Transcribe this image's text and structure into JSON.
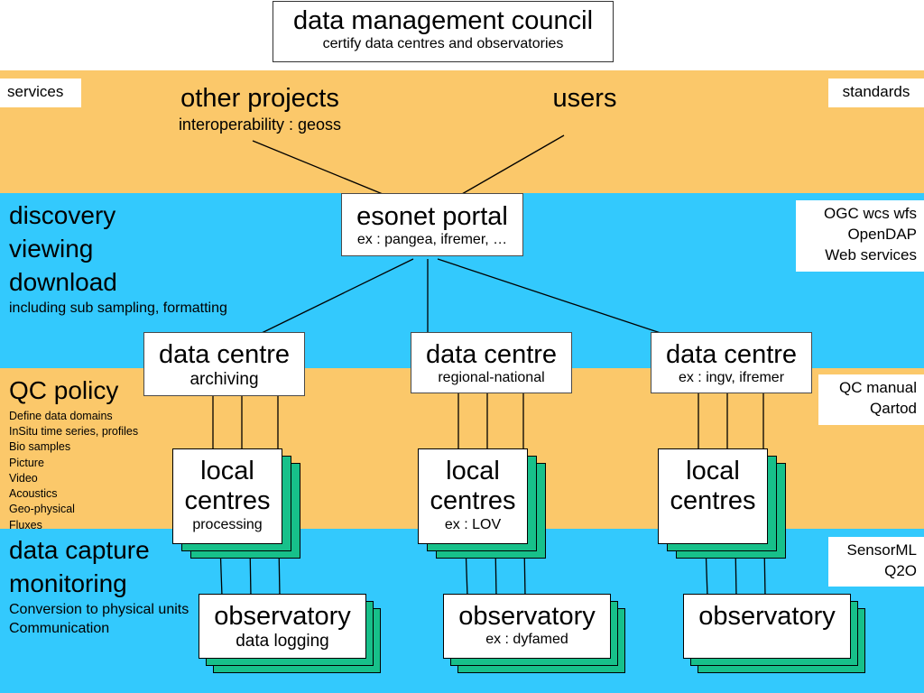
{
  "council": {
    "title": "data management council",
    "subtitle": "certify data centres and observatories"
  },
  "bands": {
    "services": {
      "tag": "services",
      "right_tag": "standards",
      "other_projects": "other projects",
      "other_projects_sub": "interoperability : geoss",
      "users": "users"
    },
    "discovery": {
      "lines": [
        "discovery",
        "viewing",
        "download"
      ],
      "note": "including sub sampling, formatting",
      "right_lines": [
        "OGC wcs wfs",
        "OpenDAP",
        "Web services"
      ]
    },
    "qc": {
      "title": "QC policy",
      "items": [
        "Define data domains",
        "InSitu time series, profiles",
        "Bio samples",
        "Picture",
        "Video",
        "Acoustics",
        "Geo-physical",
        "Fluxes"
      ],
      "right_lines": [
        "QC manual",
        "Qartod"
      ]
    },
    "capture": {
      "lines": [
        "data capture",
        "monitoring"
      ],
      "notes": [
        "Conversion to physical units",
        "Communication"
      ],
      "right_lines": [
        "SensorML",
        "Q2O"
      ]
    }
  },
  "portal": {
    "title": "esonet portal",
    "subtitle": "ex : pangea, ifremer, …"
  },
  "data_centres": [
    {
      "title": "data centre",
      "subtitle": "archiving"
    },
    {
      "title": "data centre",
      "subtitle": "regional-national"
    },
    {
      "title": "data centre",
      "subtitle": "ex : ingv, ifremer"
    }
  ],
  "local_centres": [
    {
      "title_1": "local",
      "title_2": "centres",
      "subtitle": "processing"
    },
    {
      "title_1": "local",
      "title_2": "centres",
      "subtitle": "ex : LOV"
    },
    {
      "title_1": "local",
      "title_2": "centres",
      "subtitle": ""
    }
  ],
  "observatories": [
    {
      "title": "observatory",
      "subtitle": "data logging"
    },
    {
      "title": "observatory",
      "subtitle": "ex : dyfamed"
    },
    {
      "title": "observatory",
      "subtitle": ""
    }
  ],
  "colors": {
    "orange_band": "#fbc86a",
    "blue_band": "#33c9fd",
    "stack_green": "#17c08a"
  }
}
